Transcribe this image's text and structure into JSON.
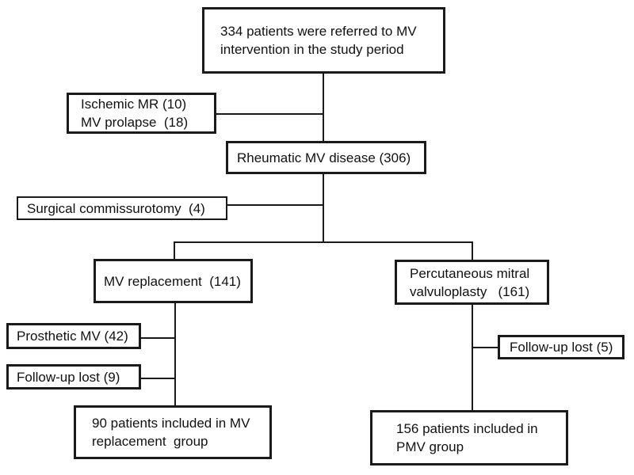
{
  "diagram": {
    "type": "flowchart",
    "background_color": "#ffffff",
    "line_color": "#1a1a1a",
    "box_border_color": "#1a1a1a",
    "nodes": {
      "referred": {
        "text": "334 patients were referred to MV\nintervention in the study period"
      },
      "excluded_top": {
        "text": "Ischemic MR (10)\nMV prolapse  (18)"
      },
      "rheumatic": {
        "text": "Rheumatic MV disease (306)"
      },
      "surgical": {
        "text": "Surgical commissurotomy  (4)"
      },
      "mv_replacement": {
        "text": "MV replacement  (141)"
      },
      "pmv": {
        "text": "Percutaneous mitral\nvalvuloplasty   (161)"
      },
      "prosthetic": {
        "text": "Prosthetic MV (42)"
      },
      "followup_mv": {
        "text": "Follow-up lost (9)"
      },
      "followup_pmv": {
        "text": "Follow-up lost (5)"
      },
      "mv_group": {
        "text": "90 patients included in MV\nreplacement  group"
      },
      "pmv_group": {
        "text": "156 patients included in\nPMV group"
      }
    }
  }
}
